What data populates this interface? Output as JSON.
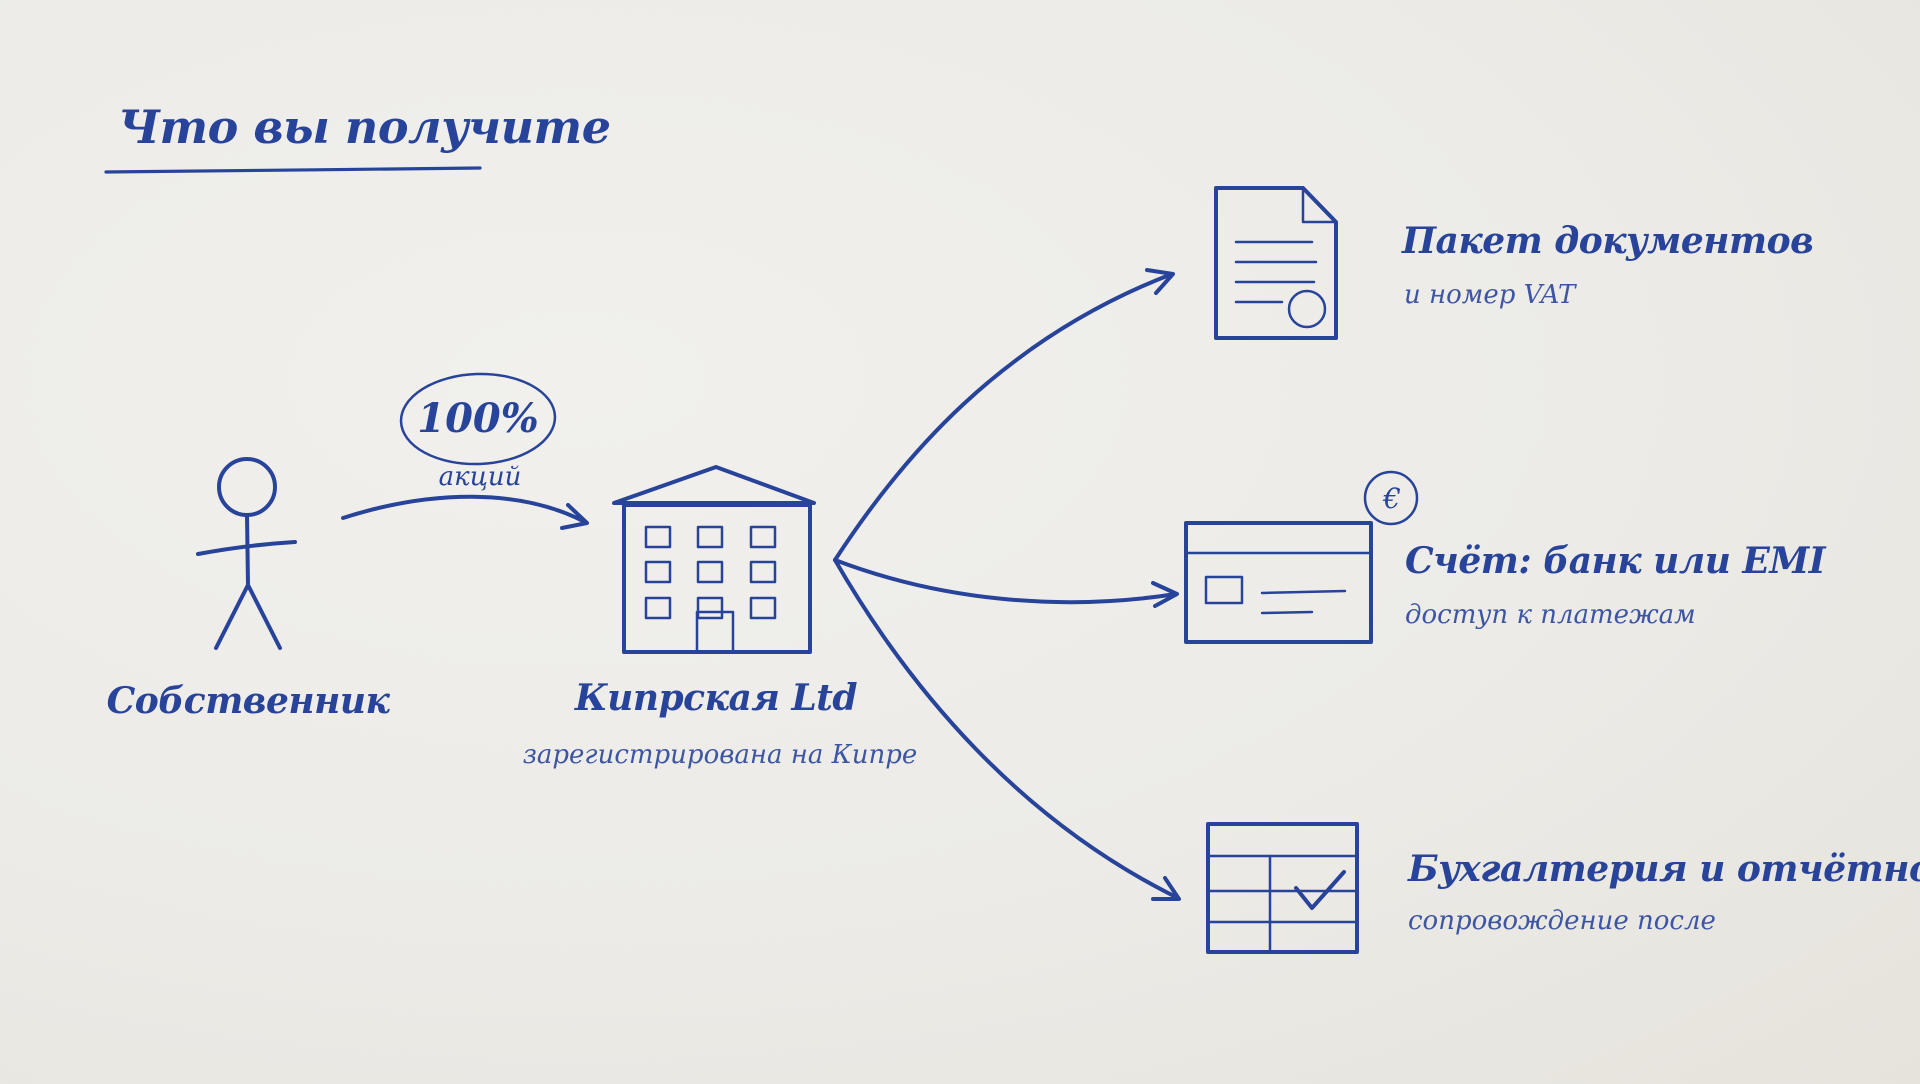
{
  "title": "Что вы получите",
  "owner": {
    "label": "Собственник"
  },
  "shares": {
    "percent": "100%",
    "caption": "акций"
  },
  "company": {
    "label": "Кипрская Ltd",
    "sublabel": "зарегистрирована на Кипре"
  },
  "outputs": [
    {
      "label": "Пакет документов",
      "sublabel": "и номер VAT",
      "icon": "document-icon"
    },
    {
      "label": "Счёт: банк или EMI",
      "sublabel": "доступ к платежам",
      "icon": "bank-card-icon",
      "badge": "€"
    },
    {
      "label": "Бухгалтерия и отчётность",
      "sublabel": "сопровождение после",
      "icon": "spreadsheet-check-icon"
    }
  ],
  "colors": {
    "ink": "#28439a",
    "background": "#ecebe7"
  }
}
